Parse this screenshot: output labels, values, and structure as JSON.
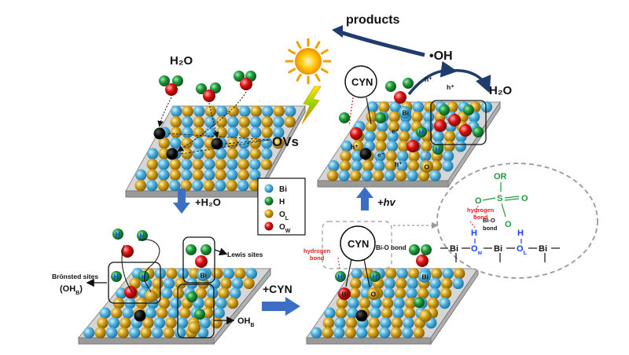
{
  "title_labels": {
    "h2o_top": "H₂O",
    "ovs": "OVs",
    "products": "products",
    "oh_radical": "•OH",
    "h2o_product": "H₂O",
    "h_plus_1": "h⁺",
    "h_plus_2": "h⁺",
    "cyn_top": "CYN",
    "cyn_bottom": "CYN",
    "plus_h2o": "+H₂O",
    "plus_cyn": "+CYN",
    "plus_hv": "+hv",
    "lewis_sites": "Lewis sites",
    "bronsted_sites": "Brönsted sites",
    "oh_b_paren": "(OH",
    "oh_b_paren_sub": "B",
    "oh_b_paren_close": ")",
    "oh_b": "OH",
    "oh_b_sub": "B",
    "bi_o_bond_1": "Bi-O bond",
    "bi_o_bond_2": "Bi-O",
    "bi_o_bond_3": "bond",
    "hydrogen_bond_1": "hydrogen",
    "hydrogen_bond_2": "bond",
    "hydrogen_bond_3": "hydrogen",
    "hydrogen_bond_4": "bond",
    "e_minus_1": "e⁻",
    "e_minus_2": "e⁻",
    "h_plus_3": "h⁺",
    "h_plus_4": "h⁺",
    "structure_or": "OR",
    "structure_o1": "O",
    "structure_s": "S",
    "structure_o2": "O",
    "structure_o3": "O",
    "structure_h1": "H",
    "structure_h2": "H",
    "structure_bi1": "Bi",
    "structure_ow": "O",
    "structure_ow_sub": "w",
    "structure_bi2": "Bi",
    "structure_ol": "O",
    "structure_ol_sub": "L",
    "structure_bi3": "Bi"
  },
  "atom_labels": {
    "bi_label": "Bi",
    "h_label": "H",
    "o_label": "O"
  },
  "legend": [
    {
      "label": "Bi",
      "sub": "",
      "color": "#4fb3e0"
    },
    {
      "label": "H",
      "sub": "",
      "color": "#1f9a3c"
    },
    {
      "label": "O",
      "sub": "L",
      "color": "#d4a017"
    },
    {
      "label": "O",
      "sub": "W",
      "color": "#e01010"
    }
  ],
  "colors": {
    "bi": "#4fb3e0",
    "h": "#1f9a3c",
    "o_lattice": "#d4a017",
    "o_water": "#e01010",
    "vacancy": "#000000",
    "arrow_blue": "#3c6fc4",
    "arrow_navy": "#1f3c6e"
  }
}
